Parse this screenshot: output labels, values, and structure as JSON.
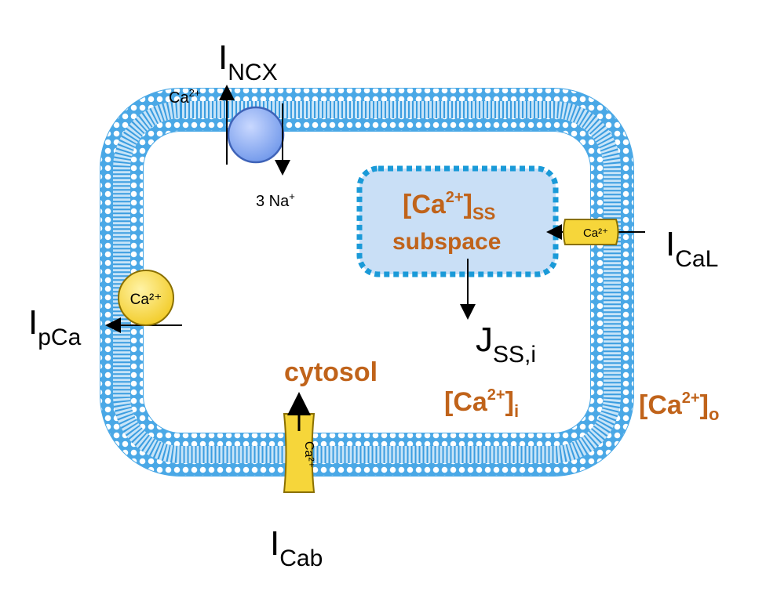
{
  "labels": {
    "ncx": {
      "main": "I",
      "sub": "NCX"
    },
    "pca": {
      "main": "I",
      "sub": "pCa"
    },
    "cal": {
      "main": "I",
      "sub": "CaL"
    },
    "cab": {
      "main": "I",
      "sub": "Cab"
    },
    "jss": {
      "main": "J",
      "sub": "SS,i"
    }
  },
  "ions": {
    "ncx_ca": {
      "base": "Ca",
      "sup": "2+"
    },
    "ncx_na": {
      "base": "3 Na",
      "sup": "+"
    },
    "pca_ca": "Ca²⁺",
    "cal_ca": "Ca²⁺",
    "cab_ca": "Ca²⁺"
  },
  "compartments": {
    "subspace": {
      "conc_base": "[Ca",
      "conc_sup": "2+",
      "conc_close": "]",
      "conc_sub": "SS",
      "name": "subspace"
    },
    "cytosol": {
      "name": "cytosol",
      "conc_base": "[Ca",
      "conc_sup": "2+",
      "conc_close": "]",
      "conc_sub": "i"
    },
    "outside": {
      "conc_base": "[Ca",
      "conc_sup": "2+",
      "conc_close": "]",
      "conc_sub": "o"
    }
  },
  "colors": {
    "membrane": "#4aa8e6",
    "membrane_light": "#c7e4f8",
    "channel_yellow": "#f6d63a",
    "ncx_blue": "#8fb2f2",
    "subspace_fill": "#c9dff6",
    "subspace_border": "#1a9ad8",
    "label_orange": "#c0631a"
  }
}
